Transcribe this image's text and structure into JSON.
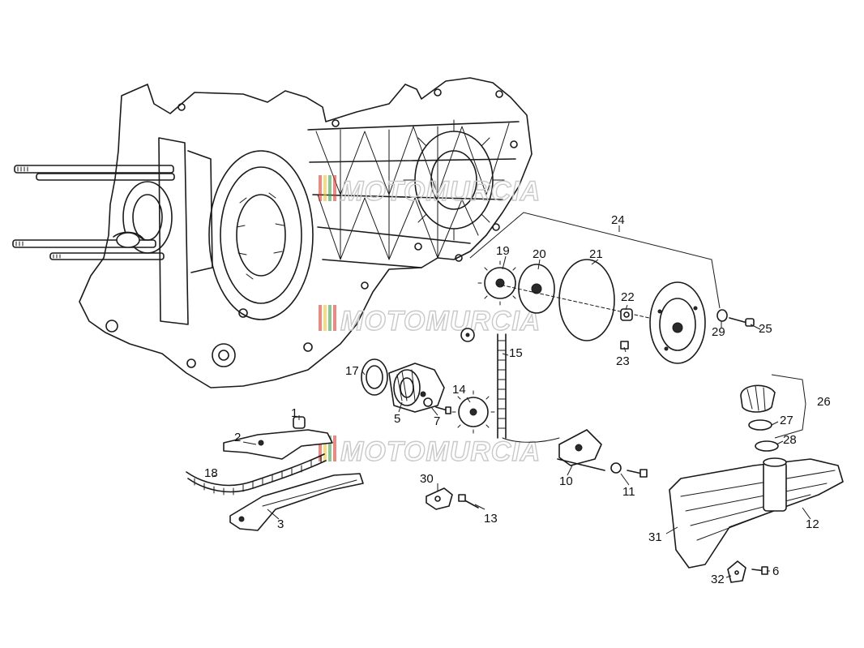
{
  "watermark": {
    "text": "MOTOMURCIA",
    "stripe_colors": [
      "#e23b2e",
      "#f1c232",
      "#3ea046"
    ]
  },
  "callouts": {
    "c1": "1",
    "c2": "2",
    "c3": "3",
    "c5": "5",
    "c6": "6",
    "c7": "7",
    "c10": "10",
    "c11": "11",
    "c12": "12",
    "c13": "13",
    "c14": "14",
    "c15": "15",
    "c17": "17",
    "c18": "18",
    "c19": "19",
    "c20": "20",
    "c21": "21",
    "c22": "22",
    "c23": "23",
    "c24": "24",
    "c25": "25",
    "c26": "26",
    "c27": "27",
    "c28": "28",
    "c29": "29",
    "c30": "30",
    "c31": "31",
    "c32": "32"
  }
}
